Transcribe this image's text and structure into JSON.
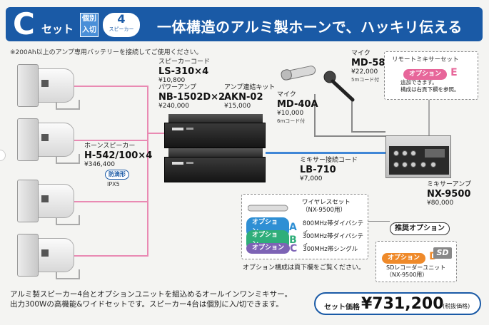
{
  "header": {
    "c_letter": "C",
    "set_label": "セット",
    "kobetsu_line1": "個別",
    "kobetsu_line2": "入切",
    "speaker_count": "4",
    "speaker_label": "スピーカー",
    "headline": "一体構造のアルミ製ホーンで、ハッキリ伝える"
  },
  "top_note": "※200Ah以上のアンプ専用バッテリーを接続してご使用ください。",
  "speaker_cord": {
    "name": "スピーカーコード",
    "model": "LS-310×4",
    "price": "¥10,800"
  },
  "horn_speaker": {
    "name": "ホーンスピーカー",
    "model": "H-542/100×4",
    "price": "¥346,400",
    "badge": "防滴形",
    "rating": "IPX5"
  },
  "power_amp": {
    "name": "パワーアンプ",
    "model": "NB-1502D×2",
    "price": "¥240,000"
  },
  "amp_kit": {
    "name": "アンプ連結キット",
    "model": "AKN-02",
    "price": "¥15,000"
  },
  "mic_md40a": {
    "name": "マイク",
    "model": "MD-40A",
    "price": "¥10,000",
    "cord": "6mコード付"
  },
  "mic_md58": {
    "name": "マイク",
    "model": "MD-58",
    "price": "¥22,000",
    "cord": "5mコード付"
  },
  "remote_mixer": {
    "title": "リモートミキサーセット",
    "option": "オプション",
    "letter": "E",
    "line1": "追加できます。",
    "line2": "構成は右頁下欄を参照。"
  },
  "mixer_cord": {
    "name": "ミキサー接続コード",
    "model": "LB-710",
    "price": "¥7,000"
  },
  "mixer_amp": {
    "name": "ミキサーアンプ",
    "model": "NX-9500",
    "price": "¥80,000"
  },
  "wireless": {
    "title": "ワイヤレスセット",
    "subtitle": "（NX-9500用）",
    "rows": [
      {
        "option": "オプション",
        "letter": "A",
        "desc": "800MHz帯ダイバシティ"
      },
      {
        "option": "オプション",
        "letter": "B",
        "desc": "300MHz帯ダイバシティ"
      },
      {
        "option": "オプション",
        "letter": "C",
        "desc": "300MHz帯シングル"
      }
    ]
  },
  "option_note": "オプション構成は頁下欄をご覧ください。",
  "recommend": "推奨オプション",
  "sd_unit": {
    "option": "オプション",
    "letter": "D",
    "logo": "SD",
    "name": "SDレコーダーユニット",
    "sub": "（NX-9500用）"
  },
  "footer": {
    "line1": "アルミ製スピーカー4台とオプションユニットを組込めるオールインワンミキサー。",
    "line2": "出力300Wの高機能&ワイドセットです。スピーカー4台は個別に入/切できます。"
  },
  "set_price": {
    "label": "セット価格",
    "value": "¥731,200",
    "tax": "(税抜価格)"
  },
  "colors": {
    "header": "#1a5aa6",
    "pink": "#e98ab3",
    "blue": "#3f86d6"
  }
}
